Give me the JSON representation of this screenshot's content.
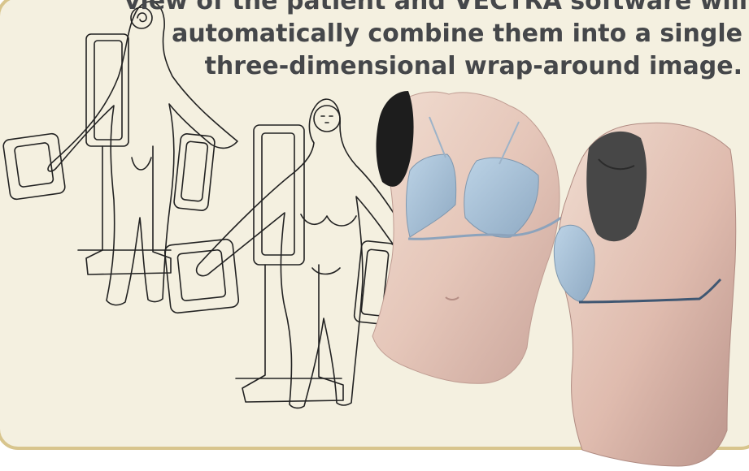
{
  "caption": {
    "lines": [
      "view of the patient and VECTRA software will",
      "automatically combine them into a single",
      "three-dimensional wrap-around image."
    ]
  },
  "colors": {
    "panel_bg": "#f4f0e0",
    "panel_border": "#d8c58d",
    "text": "#45474a",
    "skin": "#ead3c6",
    "skin_shadow": "#caa39b",
    "bra": "#a9c2d8",
    "line_art": "#222222"
  },
  "illustration": {
    "left_figure": "line-drawing back view patient with VECTRA imaging stands",
    "middle_figure": "line-drawing front view patient with VECTRA imaging stands",
    "model_front": "3D wrap-around torso model front view",
    "model_side": "3D wrap-around torso model side view"
  }
}
